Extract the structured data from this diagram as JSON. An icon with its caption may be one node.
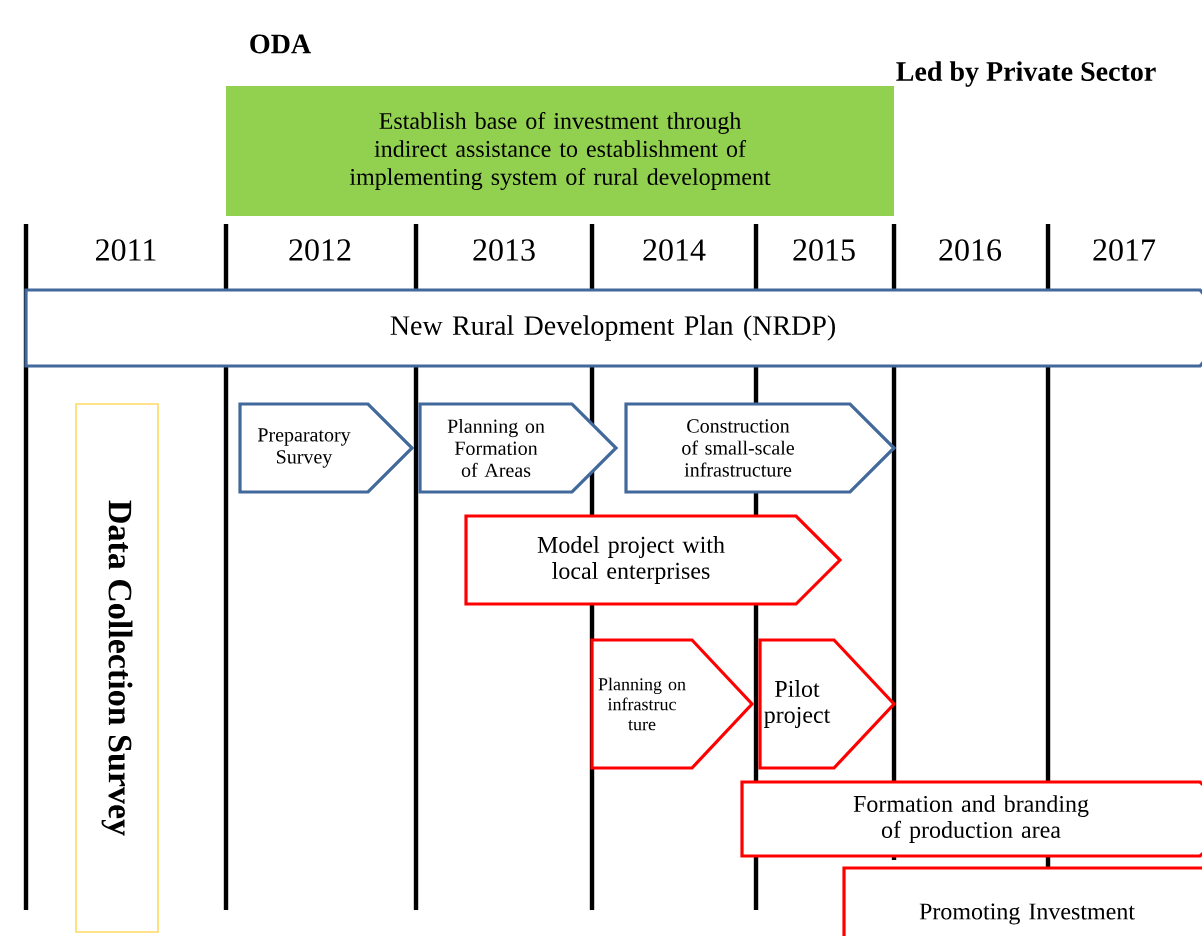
{
  "diagram": {
    "nodes": [
      {
        "text": [
          "ODA",
          "Establish base of investment through indirect assistance to establishment of implementing system of rural development"
        ]
      },
      {
        "text": [
          "New Rural Development Plan (NRDP)"
        ]
      },
      {
        "text": [
          "Data Collection Survey"
        ]
      },
      {
        "text": [
          "Preparatory Survey"
        ]
      },
      {
        "text": [
          "Planning on Formation of Areas"
        ]
      },
      {
        "text": [
          "Construction of small-scale infrastructure"
        ]
      },
      {
        "text": [
          "Model project with local enterprises"
        ]
      },
      {
        "text": [
          "Planning on infrastruc ture"
        ]
      },
      {
        "text": [
          "Pilot project"
        ]
      },
      {
        "text": [
          "Formation and branding of production area"
        ]
      },
      {
        "text": [
          "Promoting Investment"
        ]
      }
    ],
    "labels": [
      "Led by Private Sector",
      "2011",
      "2012",
      "2013",
      "2014",
      "2015",
      "2016",
      "2017"
    ]
  }
}
